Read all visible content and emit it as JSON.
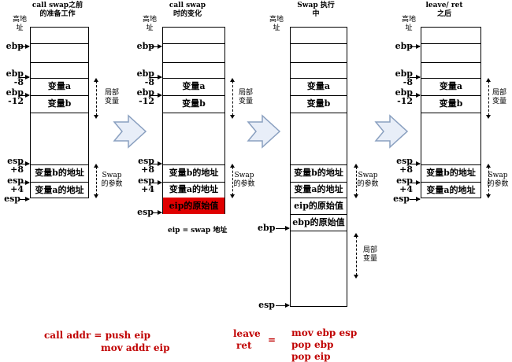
{
  "panels": [
    {
      "title_line1": "call swap之前",
      "title_line2": "的准备工作"
    },
    {
      "title_line1": "call swap",
      "title_line2": "时的变化"
    },
    {
      "title_line1": "Swap 执行",
      "title_line2": "中"
    },
    {
      "title_line1": "leave/ ret",
      "title_line2": "之后"
    }
  ],
  "high_addr": {
    "line1": "高地",
    "line2": "址"
  },
  "cells": {
    "var_a": "变量a",
    "var_b": "变量b",
    "addr_b": "变量b的地址",
    "addr_a": "变量a的地址",
    "eip_orig": "eip的原始值",
    "ebp_orig": "ebp的原始值"
  },
  "regs": {
    "ebp": "ebp",
    "ebp_m8_1": "ebp",
    "ebp_m8_2": "-8",
    "ebp_m12_1": "ebp",
    "ebp_m12_2": "-12",
    "esp": "esp",
    "esp_p8_1": "esp",
    "esp_p8_2": "+8",
    "esp_p4_1": "esp",
    "esp_p4_2": "+4"
  },
  "labels": {
    "local_vars_1": "局部",
    "local_vars_2": "变量",
    "swap_params_1": "Swap",
    "swap_params_2": "的参数"
  },
  "caption_eip": "eip = swap 地址",
  "bottom": {
    "call_line1": "call addr = push eip",
    "call_line2": "mov addr eip",
    "leave": "leave",
    "ret": "ret",
    "equals": "=",
    "op1": "mov ebp esp",
    "op2": "pop ebp",
    "op3": "pop eip"
  },
  "colors": {
    "highlight": "#e00000",
    "text_red": "#c00000",
    "arrow_fill": "#e8eef8",
    "arrow_stroke": "#8aa0c0"
  }
}
